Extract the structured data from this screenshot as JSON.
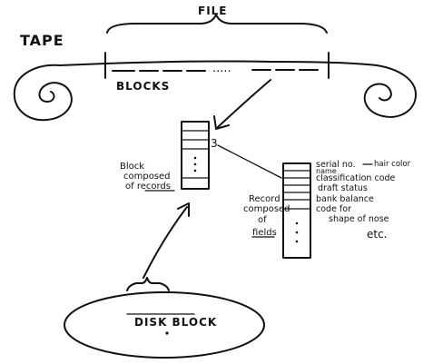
{
  "diagram": {
    "tape_label": "TAPE",
    "file_label": "FILE",
    "blocks_label": "BLOCKS",
    "tape_gap_dots": ".....",
    "block_number": "3",
    "block_caption": [
      "Block",
      "composed",
      "of records"
    ],
    "record_caption": [
      "Record",
      "composed",
      "of",
      "fields"
    ],
    "field_labels": [
      "serial no.",
      "hair color",
      "name",
      "classification code",
      "draft status",
      "bank balance",
      "code for",
      "shape of nose",
      "etc."
    ],
    "disk_label": "DISK BLOCK"
  }
}
